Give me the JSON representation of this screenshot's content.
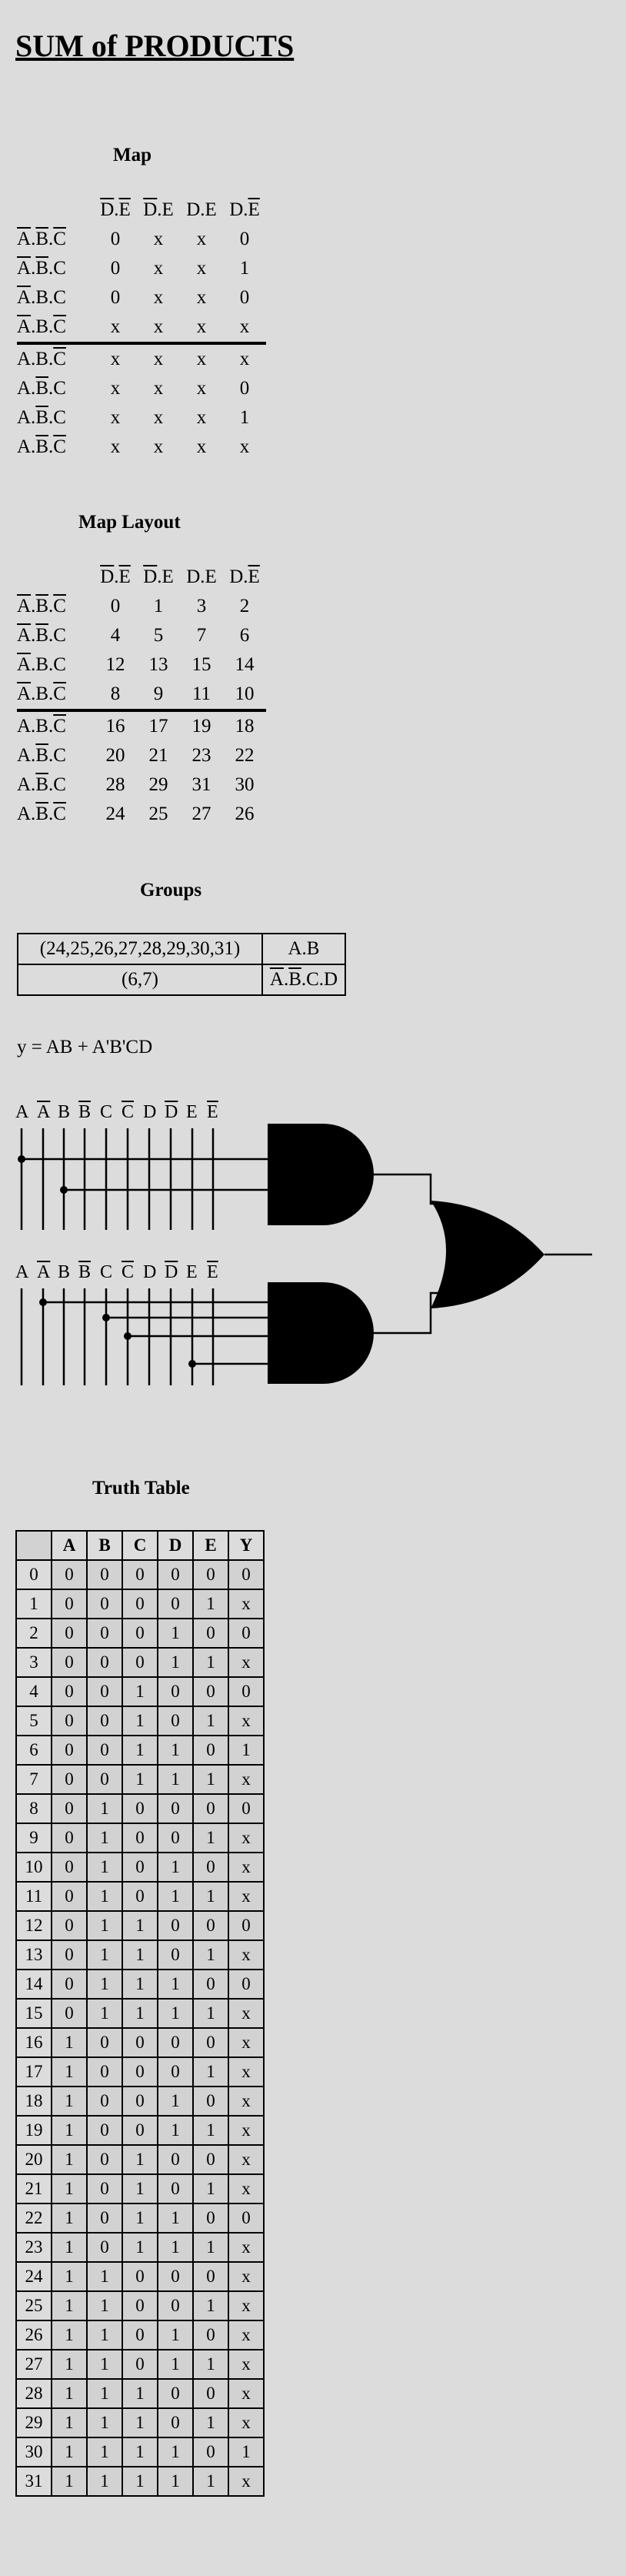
{
  "title": "SUM of PRODUCTS",
  "map": {
    "title": "Map",
    "cols": [
      [
        "D",
        "E",
        true,
        true
      ],
      [
        "D",
        "E",
        true,
        false
      ],
      [
        "D",
        "E",
        false,
        false
      ],
      [
        "D",
        "E",
        false,
        true
      ]
    ],
    "rows": [
      {
        "l": [
          [
            "A",
            true
          ],
          [
            "B",
            true
          ],
          [
            "C",
            true
          ]
        ],
        "v": [
          "0",
          "x",
          "x",
          "0"
        ]
      },
      {
        "l": [
          [
            "A",
            true
          ],
          [
            "B",
            true
          ],
          [
            "C",
            false
          ]
        ],
        "v": [
          "0",
          "x",
          "x",
          "1"
        ]
      },
      {
        "l": [
          [
            "A",
            true
          ],
          [
            "B",
            false
          ],
          [
            "C",
            false
          ]
        ],
        "v": [
          "0",
          "x",
          "x",
          "0"
        ]
      },
      {
        "l": [
          [
            "A",
            true
          ],
          [
            "B",
            false
          ],
          [
            "C",
            true
          ]
        ],
        "v": [
          "x",
          "x",
          "x",
          "x"
        ]
      },
      {
        "l": [
          [
            "A",
            false
          ],
          [
            "B",
            false
          ],
          [
            "C",
            true
          ]
        ],
        "v": [
          "x",
          "x",
          "x",
          "x"
        ]
      },
      {
        "l": [
          [
            "A",
            false
          ],
          [
            "B",
            true
          ],
          [
            "C",
            false
          ]
        ],
        "v": [
          "x",
          "x",
          "x",
          "0"
        ]
      },
      {
        "l": [
          [
            "A",
            false
          ],
          [
            "B",
            true
          ],
          [
            "C",
            false
          ]
        ],
        "v": [
          "x",
          "x",
          "x",
          "1"
        ]
      },
      {
        "l": [
          [
            "A",
            false
          ],
          [
            "B",
            true
          ],
          [
            "C",
            true
          ]
        ],
        "v": [
          "x",
          "x",
          "x",
          "x"
        ]
      }
    ]
  },
  "layout": {
    "title": "Map Layout",
    "values": [
      [
        "0",
        "1",
        "3",
        "2"
      ],
      [
        "4",
        "5",
        "7",
        "6"
      ],
      [
        "12",
        "13",
        "15",
        "14"
      ],
      [
        "8",
        "9",
        "11",
        "10"
      ],
      [
        "16",
        "17",
        "19",
        "18"
      ],
      [
        "20",
        "21",
        "23",
        "22"
      ],
      [
        "28",
        "29",
        "31",
        "30"
      ],
      [
        "24",
        "25",
        "27",
        "26"
      ]
    ]
  },
  "groups": {
    "title": "Groups",
    "rows": [
      {
        "cells": "(24,25,26,27,28,29,30,31)",
        "term": [
          [
            "A",
            false
          ],
          [
            "B",
            false
          ]
        ]
      },
      {
        "cells": "(6,7)",
        "term": [
          [
            "A",
            true
          ],
          [
            "B",
            true
          ],
          [
            "C",
            false
          ],
          [
            "D",
            false
          ]
        ]
      }
    ]
  },
  "equation": "y = AB + A'B'CD",
  "gates": {
    "labels": [
      [
        "A",
        false
      ],
      [
        "A",
        true
      ],
      [
        "B",
        false
      ],
      [
        "B",
        true
      ],
      [
        "C",
        false
      ],
      [
        "C",
        true
      ],
      [
        "D",
        false
      ],
      [
        "D",
        true
      ],
      [
        "E",
        false
      ],
      [
        "E",
        true
      ]
    ]
  },
  "truth": {
    "title": "Truth Table",
    "headers": [
      "A",
      "B",
      "C",
      "D",
      "E",
      "Y"
    ],
    "y": [
      "0",
      "x",
      "0",
      "x",
      "0",
      "x",
      "1",
      "x",
      "0",
      "x",
      "x",
      "x",
      "0",
      "x",
      "0",
      "x",
      "x",
      "x",
      "x",
      "x",
      "x",
      "x",
      "0",
      "x",
      "x",
      "x",
      "x",
      "x",
      "x",
      "x",
      "1",
      "x"
    ]
  }
}
